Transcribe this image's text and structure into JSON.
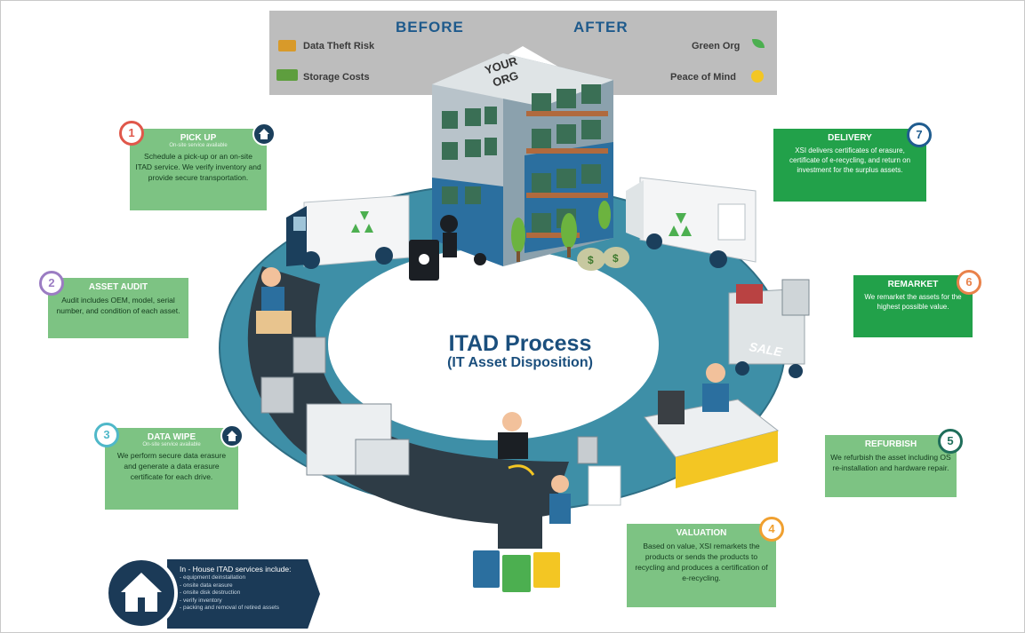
{
  "banner": {
    "before": "BEFORE",
    "after": "AFTER",
    "before_items": [
      "Data Theft Risk",
      "Storage Costs"
    ],
    "after_items": [
      "Green Org",
      "Peace of Mind"
    ],
    "building_label": "YOUR ORG"
  },
  "center": {
    "title": "ITAD Process",
    "subtitle": "(IT Asset Disposition)"
  },
  "steps": [
    {
      "number": "1",
      "title": "PICK UP",
      "sub": "On-site service available",
      "body": "Schedule a pick-up or an on-site ITAD service. We verify inventory and provide secure transportation.",
      "color": "#e0574a"
    },
    {
      "number": "2",
      "title": "ASSET AUDIT",
      "sub": "",
      "body": "Audit includes OEM, model, serial number, and condition of each asset.",
      "color": "#9b7cc3"
    },
    {
      "number": "3",
      "title": "DATA WIPE",
      "sub": "On-site service available",
      "body": "We perform secure data erasure and generate a data erasure certificate for each drive.",
      "color": "#4fb8c9"
    },
    {
      "number": "4",
      "title": "VALUATION",
      "sub": "",
      "body": "Based on value, XSI remarkets the products or sends the products to recycling and produces a certification of e-recycling.",
      "color": "#f0a030"
    },
    {
      "number": "5",
      "title": "REFURBISH",
      "sub": "",
      "body": "We refurbish the asset including OS re-installation and hardware repair.",
      "color": "#1f6e5a"
    },
    {
      "number": "6",
      "title": "REMARKET",
      "sub": "",
      "body": "We remarket the assets for the highest possible value.",
      "color": "#e9824a"
    },
    {
      "number": "7",
      "title": "DELIVERY",
      "sub": "",
      "body": "XSI delivers certificates of erasure, certificate of e-recycling, and return on investment for the surplus assets.",
      "color": "#1f5c8f"
    }
  ],
  "inhouse": {
    "title": "In - House ITAD services include:",
    "items": [
      "- equipment deinstallation",
      "- onsite data erasure",
      "- onsite disk destruction",
      "- verify inventory",
      "- packing and removal of retired assets"
    ]
  },
  "truck_sign": "SALE",
  "colors": {
    "ring": "#3e8fa7",
    "ring_dark": "#2f4350",
    "box_light": "#7dc383",
    "box_dark": "#22a14a",
    "navy": "#1b3a57"
  }
}
